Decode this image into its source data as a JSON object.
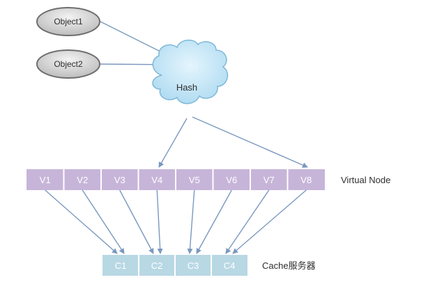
{
  "objects": [
    {
      "label": "Object1"
    },
    {
      "label": "Object2"
    }
  ],
  "hash": {
    "label": "Hash"
  },
  "virtual_nodes": {
    "caption": "Virtual Node",
    "items": [
      "V1",
      "V2",
      "V3",
      "V4",
      "V5",
      "V6",
      "V7",
      "V8"
    ]
  },
  "cache_servers": {
    "caption": "Cache服务器",
    "items": [
      "C1",
      "C2",
      "C3",
      "C4"
    ]
  },
  "colors": {
    "object_fill": "#d4d4d4",
    "object_stroke": "#6e6e6e",
    "cloud_fill": "#b9e1f5",
    "cloud_stroke": "#7fb8d8",
    "vnode_fill": "#c7b5d9",
    "cache_fill": "#b8d8e4",
    "arrow": "#7a98bf",
    "text": "#2e2e2e"
  },
  "edges": {
    "vnode_to_cache": [
      [
        0,
        0
      ],
      [
        1,
        0
      ],
      [
        2,
        1
      ],
      [
        3,
        1
      ],
      [
        4,
        2
      ],
      [
        5,
        2
      ],
      [
        6,
        3
      ],
      [
        7,
        3
      ]
    ]
  }
}
